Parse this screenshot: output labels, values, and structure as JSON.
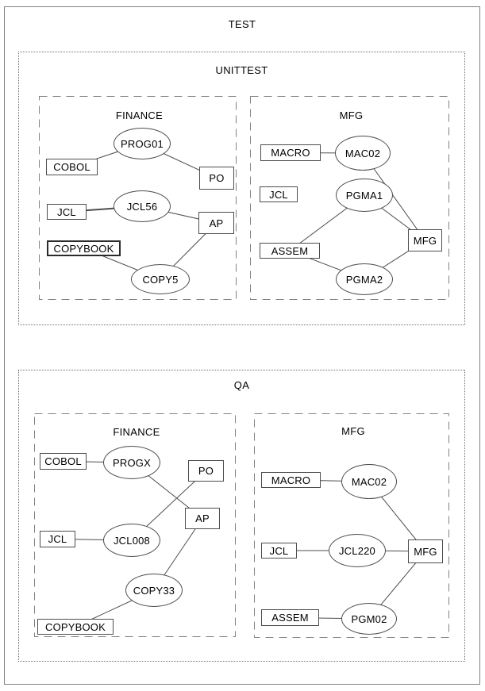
{
  "title": "TEST",
  "colors": {
    "background": "#ffffff",
    "line": "#4d4d4d",
    "node_border": "#4d4d4d",
    "container_border": "#808080",
    "text": "#000000"
  },
  "unittest": {
    "label": "UNITTEST",
    "finance": {
      "label": "FINANCE",
      "nodes": {
        "cobol": "COBOL",
        "prog01": "PROG01",
        "po": "PO",
        "jcl": "JCL",
        "jcl56": "JCL56",
        "ap": "AP",
        "copybook": "COPYBOOK",
        "copy5": "COPY5"
      },
      "edges": [
        {
          "from": "ut-fin-cobol",
          "to": "ut-fin-prog01"
        },
        {
          "from": "ut-fin-prog01",
          "to": "ut-fin-po"
        },
        {
          "from": "ut-fin-jcl",
          "to": "ut-fin-jcl56",
          "w": 2
        },
        {
          "from": "ut-fin-jcl56",
          "to": "ut-fin-ap"
        },
        {
          "from": "ut-fin-copybook",
          "to": "ut-fin-copy5"
        },
        {
          "from": "ut-fin-copy5",
          "to": "ut-fin-ap"
        }
      ]
    },
    "mfg": {
      "label": "MFG",
      "nodes": {
        "macro": "MACRO",
        "mac02": "MAC02",
        "jcl": "JCL",
        "pgma1": "PGMA1",
        "assem": "ASSEM",
        "mfg": "MFG",
        "pgma2": "PGMA2"
      },
      "edges": [
        {
          "from": "ut-mfg-macro",
          "to": "ut-mfg-mac02"
        },
        {
          "from": "ut-mfg-mac02",
          "to": "ut-mfg-mfg"
        },
        {
          "from": "ut-mfg-assem",
          "to": "ut-mfg-pgma1"
        },
        {
          "from": "ut-mfg-pgma1",
          "to": "ut-mfg-mfg"
        },
        {
          "from": "ut-mfg-assem",
          "to": "ut-mfg-pgma2"
        },
        {
          "from": "ut-mfg-pgma2",
          "to": "ut-mfg-mfg"
        }
      ]
    }
  },
  "qa": {
    "label": "QA",
    "finance": {
      "label": "FINANCE",
      "nodes": {
        "cobol": "COBOL",
        "progx": "PROGX",
        "po": "PO",
        "jcl": "JCL",
        "jcl008": "JCL008",
        "ap": "AP",
        "copy33": "COPY33",
        "copybook": "COPYBOOK"
      },
      "edges": [
        {
          "from": "qa-fin-cobol",
          "to": "qa-fin-progx"
        },
        {
          "from": "qa-fin-progx",
          "to": "qa-fin-ap"
        },
        {
          "from": "qa-fin-jcl",
          "to": "qa-fin-jcl008"
        },
        {
          "from": "qa-fin-jcl008",
          "to": "qa-fin-po"
        },
        {
          "from": "qa-fin-copybook",
          "to": "qa-fin-copy33"
        },
        {
          "from": "qa-fin-copy33",
          "to": "qa-fin-ap"
        }
      ]
    },
    "mfg": {
      "label": "MFG",
      "nodes": {
        "macro": "MACRO",
        "mac02": "MAC02",
        "jcl": "JCL",
        "jcl220": "JCL220",
        "mfg": "MFG",
        "assem": "ASSEM",
        "pgm02": "PGM02"
      },
      "edges": [
        {
          "from": "qa-mfg-macro",
          "to": "qa-mfg-mac02"
        },
        {
          "from": "qa-mfg-mac02",
          "to": "qa-mfg-mfg"
        },
        {
          "from": "qa-mfg-jcl",
          "to": "qa-mfg-jcl220"
        },
        {
          "from": "qa-mfg-jcl220",
          "to": "qa-mfg-mfg"
        },
        {
          "from": "qa-mfg-assem",
          "to": "qa-mfg-pgm02"
        },
        {
          "from": "qa-mfg-pgm02",
          "to": "qa-mfg-mfg"
        }
      ]
    }
  }
}
